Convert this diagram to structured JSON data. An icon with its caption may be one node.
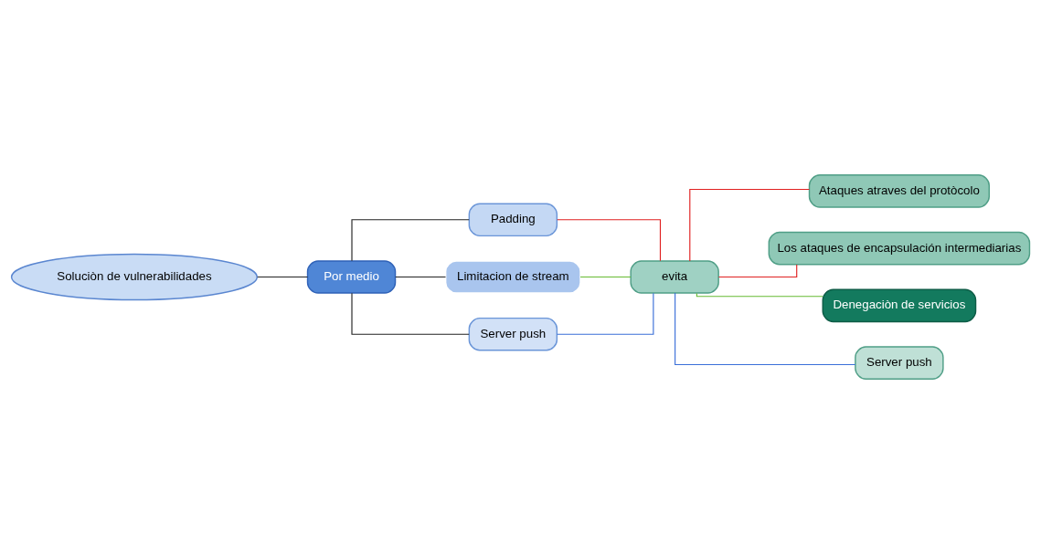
{
  "diagram": {
    "nodes": [
      {
        "text": [
          "Soluciòn de vulnerabilidades"
        ]
      },
      {
        "text": [
          "Por medio"
        ]
      },
      {
        "text": [
          "Padding"
        ]
      },
      {
        "text": [
          "Limitacion de stream"
        ]
      },
      {
        "text": [
          "Server push"
        ]
      },
      {
        "text": [
          "evita"
        ]
      },
      {
        "text": [
          "Ataques atraves del protòcolo"
        ]
      },
      {
        "text": [
          "Los ataques de encapsulación intermediarias"
        ]
      },
      {
        "text": [
          "Denegaciòn de servicios"
        ]
      },
      {
        "text": [
          "Server push"
        ]
      }
    ],
    "edges": [
      {
        "from": 0,
        "to": 1,
        "arrow": "none"
      },
      {
        "from": 1,
        "to": 2,
        "arrow": "none"
      },
      {
        "from": 1,
        "to": 3,
        "arrow": "none"
      },
      {
        "from": 1,
        "to": 4,
        "arrow": "none"
      },
      {
        "from": 2,
        "to": 5,
        "arrow": "none",
        "color": "#e02020"
      },
      {
        "from": 3,
        "to": 5,
        "arrow": "none",
        "color": "#66bb33"
      },
      {
        "from": 4,
        "to": 5,
        "arrow": "none",
        "color": "#3a6fd8"
      },
      {
        "from": 5,
        "to": 6,
        "arrow": "none",
        "color": "#e02020"
      },
      {
        "from": 5,
        "to": 7,
        "arrow": "none",
        "color": "#e02020"
      },
      {
        "from": 5,
        "to": 8,
        "arrow": "none",
        "color": "#66bb33"
      },
      {
        "from": 5,
        "to": 9,
        "arrow": "none",
        "color": "#3a6fd8"
      }
    ]
  }
}
